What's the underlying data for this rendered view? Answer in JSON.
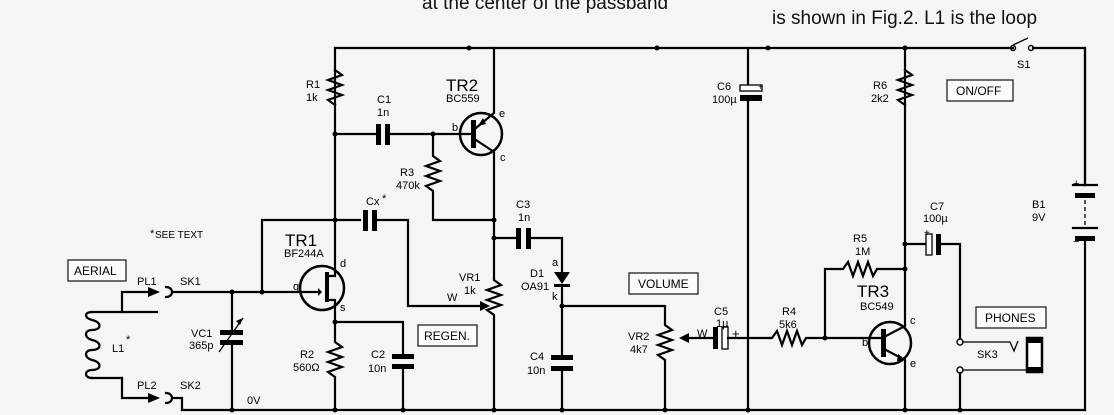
{
  "header": {
    "text_left": "at the center of the passband",
    "text_right": "is shown in Fig.2. L1 is the loop"
  },
  "notes": {
    "see_text": "SEE TEXT",
    "asterisk": "*"
  },
  "panels": {
    "aerial": "AERIAL",
    "regen": "REGEN.",
    "volume": "VOLUME",
    "onoff": "ON/OFF",
    "phones": "PHONES"
  },
  "components": {
    "R1": {
      "ref": "R1",
      "value": "1k"
    },
    "R2": {
      "ref": "R2",
      "value": "560Ω"
    },
    "R3": {
      "ref": "R3",
      "value": "470k"
    },
    "R4": {
      "ref": "R4",
      "value": "5k6"
    },
    "R5": {
      "ref": "R5",
      "value": "1M"
    },
    "R6": {
      "ref": "R6",
      "value": "2k2"
    },
    "C1": {
      "ref": "C1",
      "value": "1n"
    },
    "C2": {
      "ref": "C2",
      "value": "10n"
    },
    "C3": {
      "ref": "C3",
      "value": "1n"
    },
    "C4": {
      "ref": "C4",
      "value": "10n"
    },
    "C5": {
      "ref": "C5",
      "value": "1µ"
    },
    "C6": {
      "ref": "C6",
      "value": "100µ"
    },
    "C7": {
      "ref": "C7",
      "value": "100µ"
    },
    "Cx": {
      "ref": "Cx",
      "value": "*"
    },
    "VC1": {
      "ref": "VC1",
      "value": "365p"
    },
    "VR1": {
      "ref": "VR1",
      "value": "1k",
      "wiper": "W"
    },
    "VR2": {
      "ref": "VR2",
      "value": "4k7",
      "wiper": "W"
    },
    "TR1": {
      "ref": "TR1",
      "value": "BF244A",
      "pins": {
        "g": "g",
        "d": "d",
        "s": "s"
      }
    },
    "TR2": {
      "ref": "TR2",
      "value": "BC559",
      "pins": {
        "b": "b",
        "e": "e",
        "c": "c"
      }
    },
    "TR3": {
      "ref": "TR3",
      "value": "BC549",
      "pins": {
        "b": "b",
        "e": "e",
        "c": "c"
      }
    },
    "D1": {
      "ref": "D1",
      "value": "OA91",
      "pins": {
        "a": "a",
        "k": "k"
      }
    },
    "L1": {
      "ref": "L1",
      "value": "*"
    },
    "B1": {
      "ref": "B1",
      "value": "9V",
      "plus": "+",
      "minus": "−"
    },
    "S1": {
      "ref": "S1"
    },
    "PL1": {
      "ref": "PL1"
    },
    "PL2": {
      "ref": "PL2"
    },
    "SK1": {
      "ref": "SK1"
    },
    "SK2": {
      "ref": "SK2"
    },
    "SK3": {
      "ref": "SK3"
    },
    "plus_sign": "+"
  },
  "rails": {
    "ground": "0V"
  }
}
